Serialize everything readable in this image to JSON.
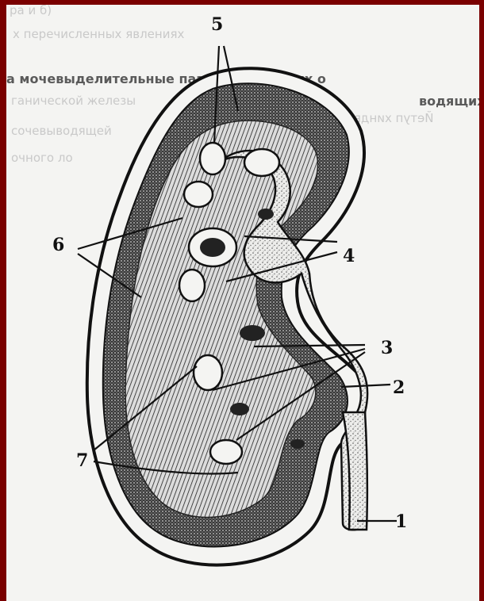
{
  "background_text": [
    "ра и б)",
    "х перечисленных явлениях",
    "а мочевыделительные пазухи, в которых о",
    "ганической железы",
    "водящих",
    "Йетуп хиндвоя",
    "сочевыводящей",
    "очного ло"
  ],
  "callouts": {
    "1": "1",
    "2": "2",
    "3": "3",
    "4": "4",
    "5": "5",
    "6": "6",
    "7": "7"
  },
  "colors": {
    "border": "#7a0000",
    "paper": "#f4f4f2",
    "ink": "#111111",
    "faint_text": "#c9c9c9"
  }
}
